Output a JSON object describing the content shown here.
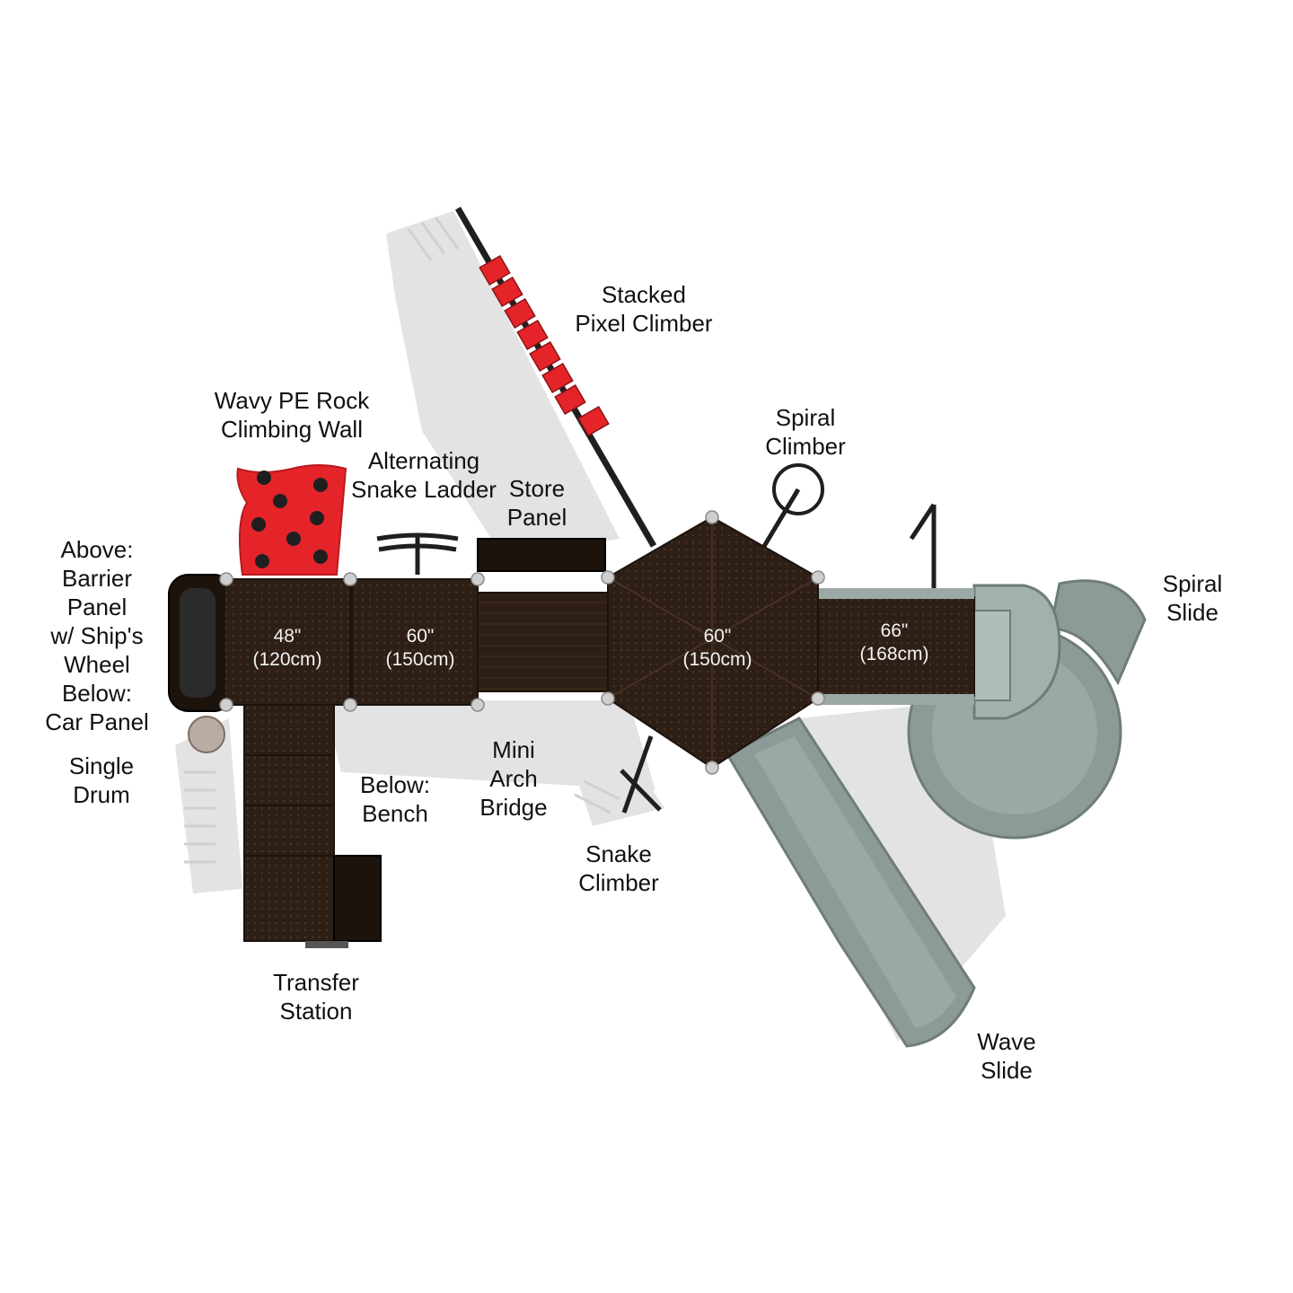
{
  "colors": {
    "deck": "#2e1f16",
    "deck_dark": "#1c130d",
    "slide": "#8c9b97",
    "slide_dark": "#6f7d79",
    "climber_red": "#e5242a",
    "post_cap": "#c9c9c9",
    "shadow": "#dedede",
    "rail": "#1f1f1f"
  },
  "labels": {
    "stacked_pixel_climber": [
      "Stacked",
      "Pixel Climber"
    ],
    "wavy_pe_rock_wall": [
      "Wavy PE Rock",
      "Climbing Wall"
    ],
    "alternating_snake_ladder": [
      "Alternating",
      "Snake Ladder"
    ],
    "store_panel": [
      "Store",
      "Panel"
    ],
    "spiral_climber": [
      "Spiral",
      "Climber"
    ],
    "spiral_slide": [
      "Spiral",
      "Slide"
    ],
    "barrier_panel": [
      "Above:",
      "Barrier",
      "Panel",
      "w/ Ship's",
      "Wheel",
      "Below:",
      "Car Panel"
    ],
    "single_drum": [
      "Single",
      "Drum"
    ],
    "bench": [
      "Below:",
      "Bench"
    ],
    "mini_arch_bridge": [
      "Mini",
      "Arch",
      "Bridge"
    ],
    "snake_climber": [
      "Snake",
      "Climber"
    ],
    "transfer_station": [
      "Transfer",
      "Station"
    ],
    "wave_slide": [
      "Wave",
      "Slide"
    ]
  },
  "decks": [
    {
      "key": "deck48",
      "height_in": "48\"",
      "height_cm": "(120cm)"
    },
    {
      "key": "deck60a",
      "height_in": "60\"",
      "height_cm": "(150cm)"
    },
    {
      "key": "deck60b",
      "height_in": "60\"",
      "height_cm": "(150cm)"
    },
    {
      "key": "deck66",
      "height_in": "66\"",
      "height_cm": "(168cm)"
    }
  ]
}
